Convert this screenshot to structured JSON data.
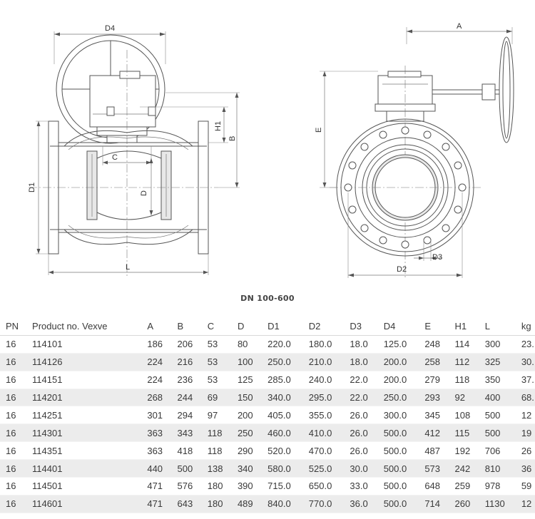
{
  "drawing": {
    "left_view_labels": {
      "d4": "D4",
      "h1": "H1",
      "b": "B",
      "c": "C",
      "d": "D",
      "d1": "D1",
      "l": "L"
    },
    "right_view_labels": {
      "a": "A",
      "e": "E",
      "d3": "D3",
      "d2": "D2"
    }
  },
  "caption": "DN 100-600",
  "table": {
    "columns": [
      "PN",
      "Product no. Vexve",
      "A",
      "B",
      "C",
      "D",
      "D1",
      "D2",
      "D3",
      "D4",
      "E",
      "H1",
      "L",
      "kg"
    ],
    "rows": [
      [
        "16",
        "114101",
        "186",
        "206",
        "53",
        "80",
        "220.0",
        "180.0",
        "18.0",
        "125.0",
        "248",
        "114",
        "300",
        "23."
      ],
      [
        "16",
        "114126",
        "224",
        "216",
        "53",
        "100",
        "250.0",
        "210.0",
        "18.0",
        "200.0",
        "258",
        "112",
        "325",
        "30."
      ],
      [
        "16",
        "114151",
        "224",
        "236",
        "53",
        "125",
        "285.0",
        "240.0",
        "22.0",
        "200.0",
        "279",
        "118",
        "350",
        "37."
      ],
      [
        "16",
        "114201",
        "268",
        "244",
        "69",
        "150",
        "340.0",
        "295.0",
        "22.0",
        "250.0",
        "293",
        "92",
        "400",
        "68."
      ],
      [
        "16",
        "114251",
        "301",
        "294",
        "97",
        "200",
        "405.0",
        "355.0",
        "26.0",
        "300.0",
        "345",
        "108",
        "500",
        "12"
      ],
      [
        "16",
        "114301",
        "363",
        "343",
        "118",
        "250",
        "460.0",
        "410.0",
        "26.0",
        "500.0",
        "412",
        "115",
        "500",
        "19"
      ],
      [
        "16",
        "114351",
        "363",
        "418",
        "118",
        "290",
        "520.0",
        "470.0",
        "26.0",
        "500.0",
        "487",
        "192",
        "706",
        "26"
      ],
      [
        "16",
        "114401",
        "440",
        "500",
        "138",
        "340",
        "580.0",
        "525.0",
        "30.0",
        "500.0",
        "573",
        "242",
        "810",
        "36"
      ],
      [
        "16",
        "114501",
        "471",
        "576",
        "180",
        "390",
        "715.0",
        "650.0",
        "33.0",
        "500.0",
        "648",
        "259",
        "978",
        "59"
      ],
      [
        "16",
        "114601",
        "471",
        "643",
        "180",
        "489",
        "840.0",
        "770.0",
        "36.0",
        "500.0",
        "714",
        "260",
        "1130",
        "12"
      ]
    ]
  }
}
